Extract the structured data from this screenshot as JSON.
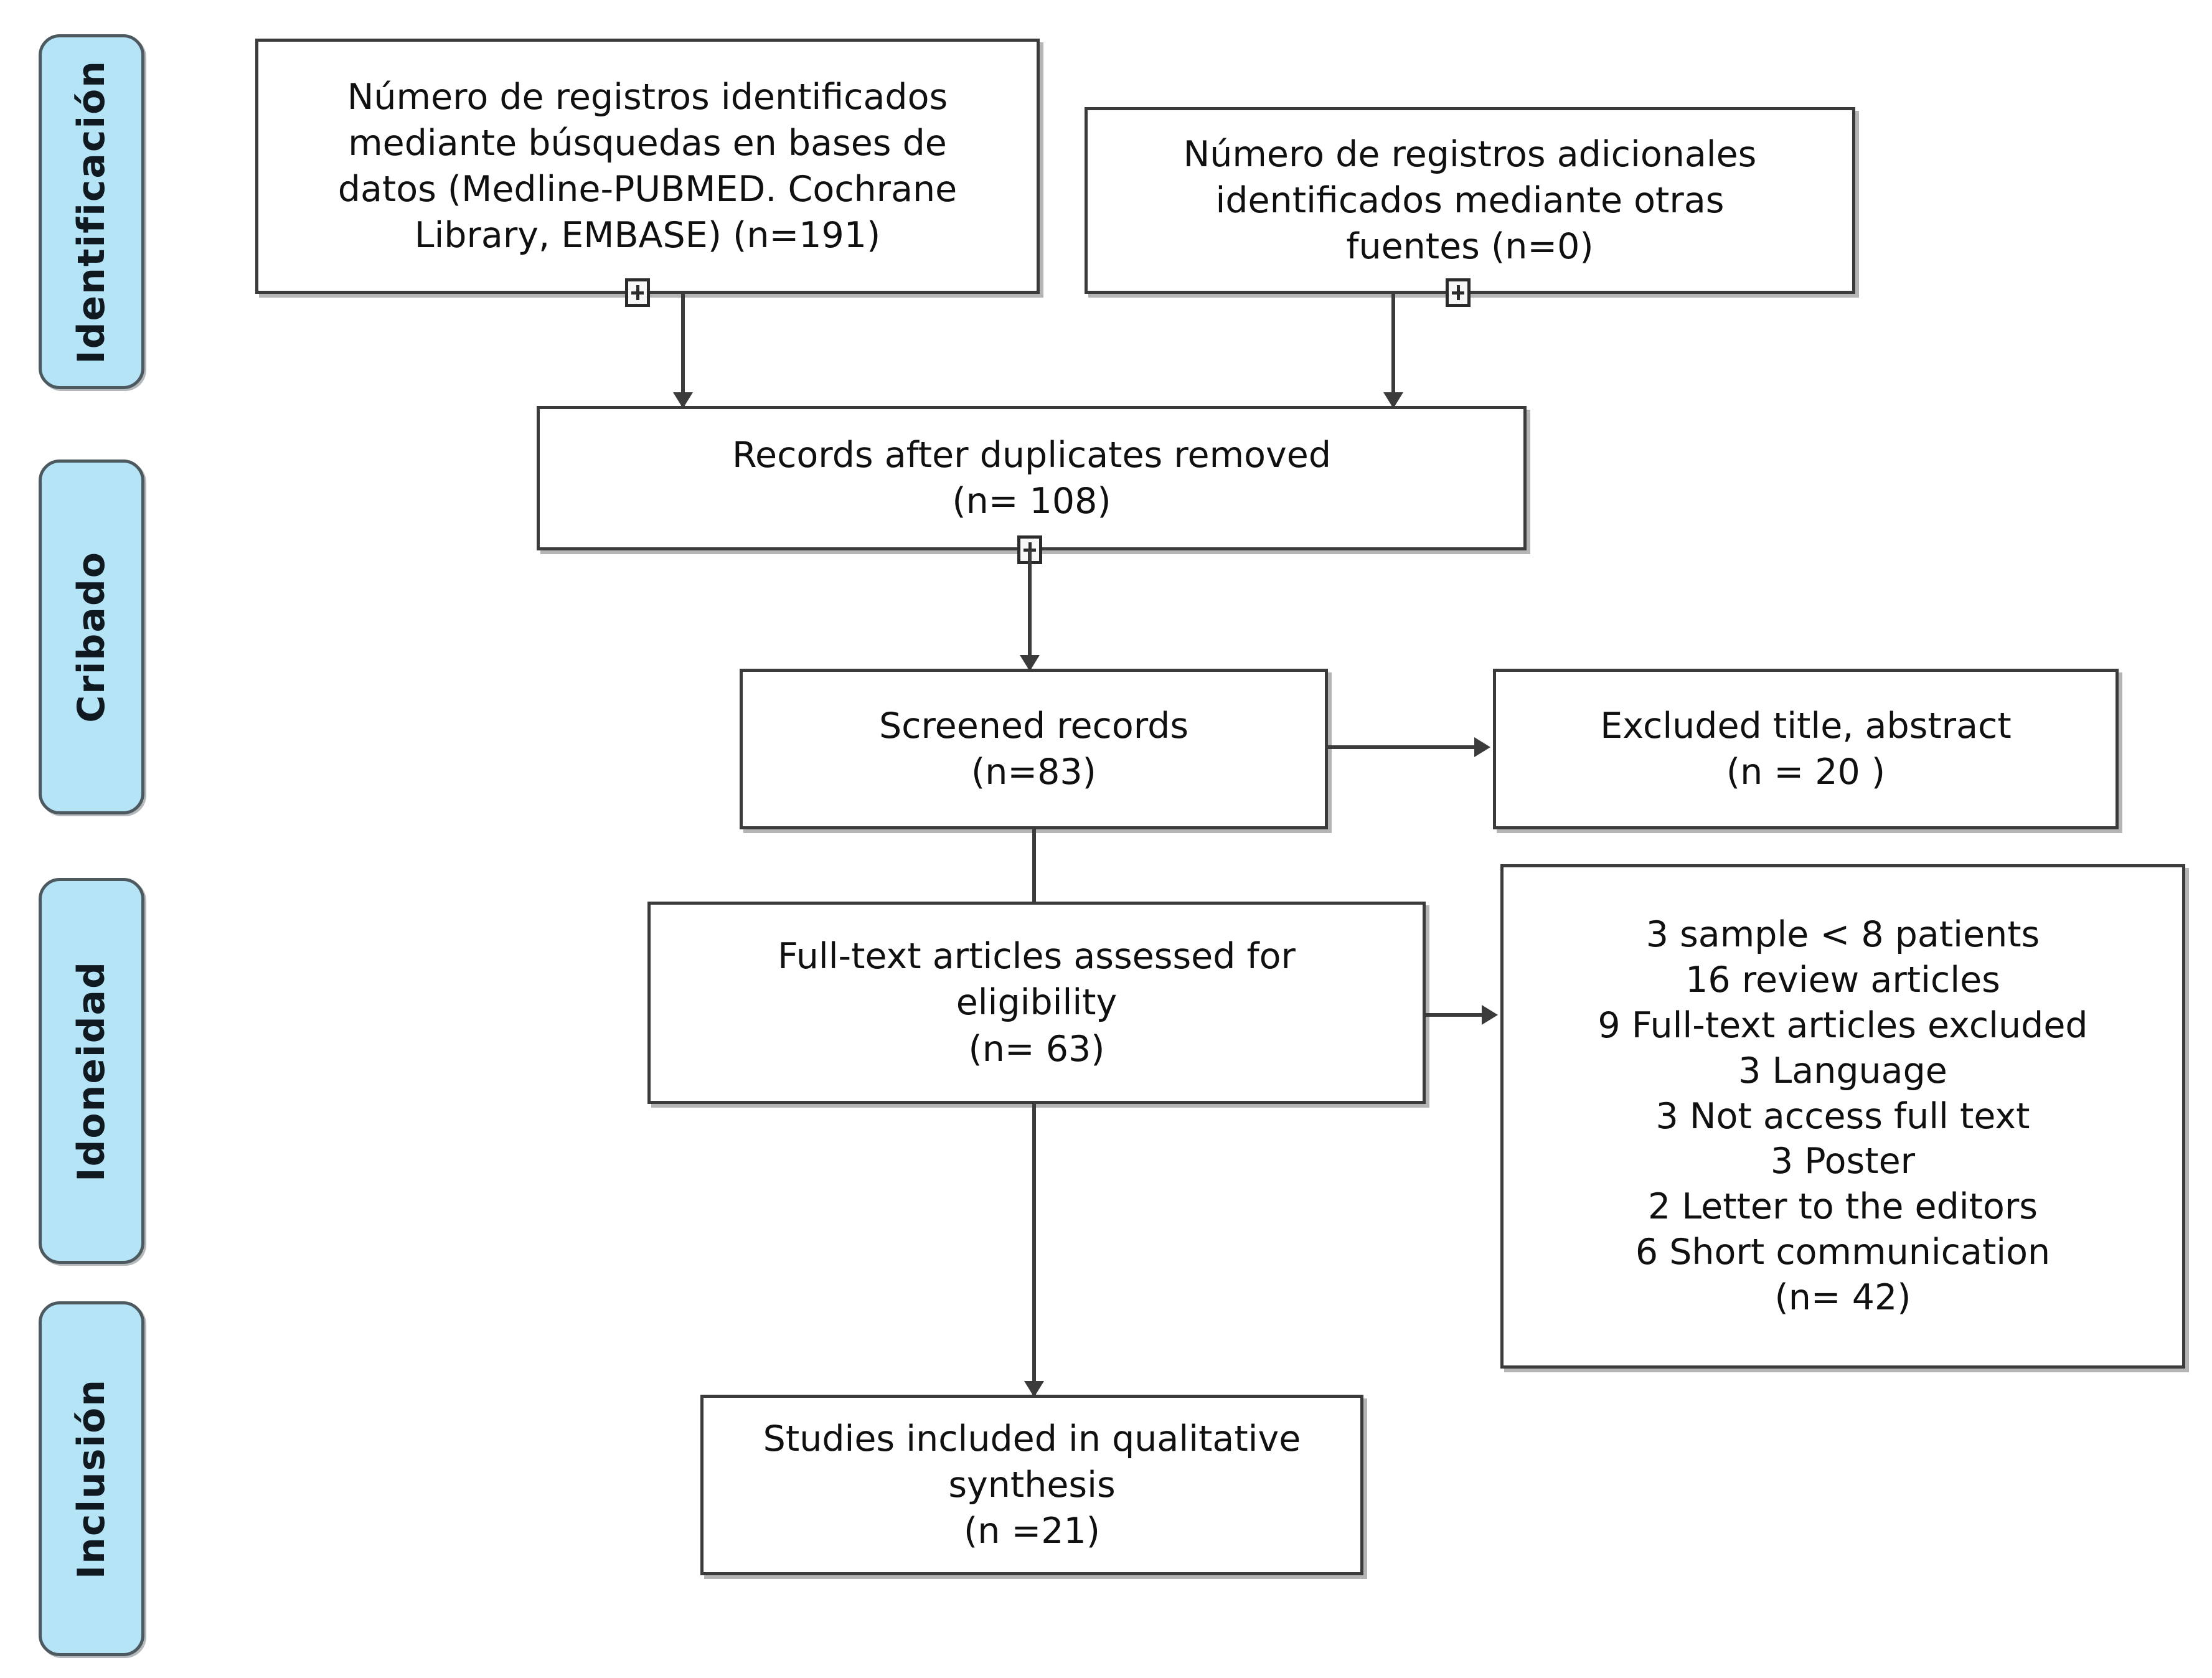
{
  "diagram": {
    "title": "PRISMA flow diagram",
    "colors": {
      "pill_fill": "#b6e4f7",
      "pill_border": "#4c5a60",
      "box_border": "#3b3b3b",
      "box_fill": "#ffffff",
      "connector": "#3b3b3b",
      "text": "#101010",
      "page_background": "#ffffff"
    },
    "stages": [
      {
        "id": "identificacion",
        "label": "Identificación"
      },
      {
        "id": "cribado",
        "label": "Cribado"
      },
      {
        "id": "idoneidad",
        "label": "Idoneidad"
      },
      {
        "id": "inclusion",
        "label": "Inclusión"
      }
    ],
    "boxes": {
      "identified_databases": {
        "id": "identified-databases",
        "lines": [
          "Número de registros identificados",
          "mediante búsquedas en bases de",
          "datos (Medline-PUBMED. Cochrane",
          "Library, EMBASE) (n=191)"
        ],
        "count": 191
      },
      "identified_other": {
        "id": "identified-other-sources",
        "lines": [
          "Número de registros adicionales",
          "identificados mediante otras",
          "fuentes (n=0)"
        ],
        "count": 0
      },
      "duplicates_removed": {
        "id": "records-after-duplicates-removed",
        "lines": [
          "Records after duplicates removed",
          "(n= 108)"
        ],
        "count": 108
      },
      "screened": {
        "id": "screened-records",
        "lines": [
          "Screened records",
          "(n=83)"
        ],
        "count": 83
      },
      "excluded_title_abstract": {
        "id": "excluded-title-abstract",
        "lines": [
          "Excluded title, abstract",
          "(n = 20 )"
        ],
        "count": 20
      },
      "fulltext_assessed": {
        "id": "full-text-articles-assessed",
        "lines": [
          "Full-text articles assessed for",
          "eligibility",
          "(n= 63)"
        ],
        "count": 63
      },
      "fulltext_excluded": {
        "id": "full-text-articles-excluded",
        "lines": [
          "3 sample < 8 patients",
          "16 review articles",
          "9 Full-text articles excluded",
          "3 Language",
          "3 Not access full text",
          "3 Poster",
          "2 Letter to the editors",
          "6 Short communication",
          "(n= 42)"
        ],
        "count": 42,
        "reasons": [
          {
            "n": 3,
            "reason": "sample < 8 patients"
          },
          {
            "n": 16,
            "reason": "review articles"
          },
          {
            "n": 9,
            "reason": "Full-text articles excluded"
          },
          {
            "n": 3,
            "reason": "Language"
          },
          {
            "n": 3,
            "reason": "Not access full text"
          },
          {
            "n": 3,
            "reason": "Poster"
          },
          {
            "n": 2,
            "reason": "Letter to the editors"
          },
          {
            "n": 6,
            "reason": "Short communication"
          }
        ]
      },
      "included_qualitative": {
        "id": "studies-included-qualitative-synthesis",
        "lines": [
          "Studies included in qualitative",
          "synthesis",
          "(n =21)"
        ],
        "count": 21
      }
    },
    "markers": [
      {
        "id": "plus-marker-identified-databases",
        "glyph": "+"
      },
      {
        "id": "plus-marker-identified-other",
        "glyph": "+"
      },
      {
        "id": "plus-marker-duplicates-removed",
        "glyph": "+"
      }
    ]
  }
}
